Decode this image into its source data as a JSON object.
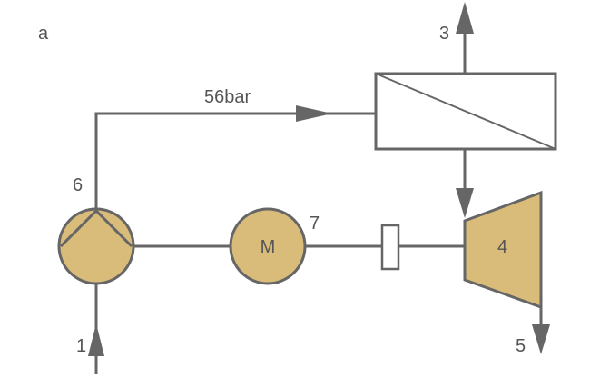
{
  "panel_label": "a",
  "pressure_label": "56bar",
  "component_labels": {
    "inlet": "1",
    "exchanger_out": "3",
    "turbine": "4",
    "outlet": "5",
    "pump": "6",
    "motor_number": "7",
    "motor_symbol": "M"
  },
  "colors": {
    "line": "#666666",
    "component_fill": "#d9bc7a",
    "label": "#555555",
    "background": "#ffffff"
  }
}
